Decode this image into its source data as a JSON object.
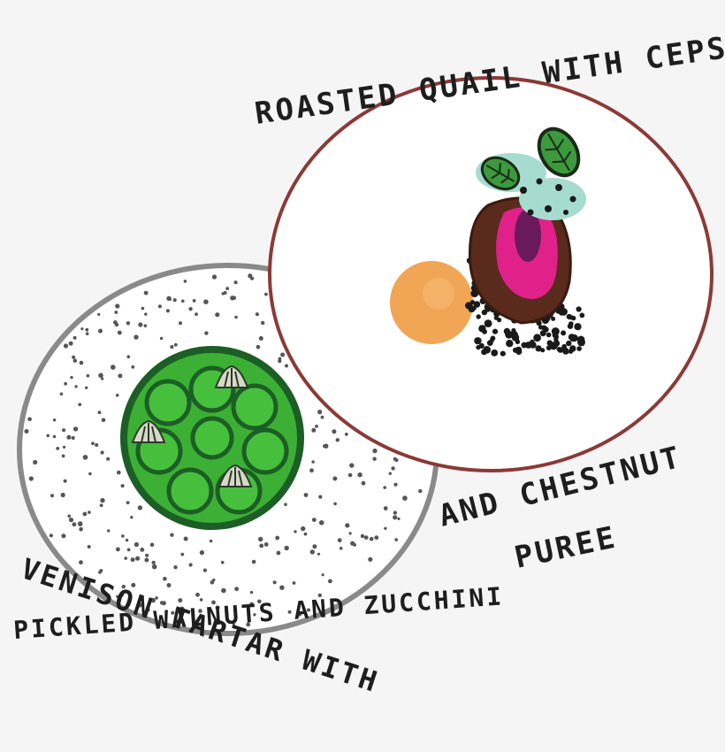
{
  "captions": {
    "quail_line1": "ROASTED QUAIL WITH CEPS",
    "quail_line2": "AND CHESTNUT",
    "quail_line3": "PUREE",
    "venison_line1": "VENISON TARTAR WITH",
    "venison_line2": "PICKLED WALNUTS AND ZUCCHINI"
  },
  "colors": {
    "background": "#f5f5f5",
    "quail_plate_rim": "#8b3a36",
    "venison_plate_rim": "#8a8a8a",
    "plate_fill": "#ffffff",
    "speckle": "#555555",
    "tartar_green": "#3cb034",
    "tartar_outline": "#1c5e25",
    "chestnut_puree": "#f0a655",
    "quail_brown": "#5a2a1c",
    "beet_pink": "#e0218a",
    "beet_purple": "#6a1a5a",
    "herb_teal": "#a6dcd0",
    "leaf_green": "#3c9a3c",
    "crumb_black": "#1a1a1a",
    "ink": "#1e1e1e"
  }
}
